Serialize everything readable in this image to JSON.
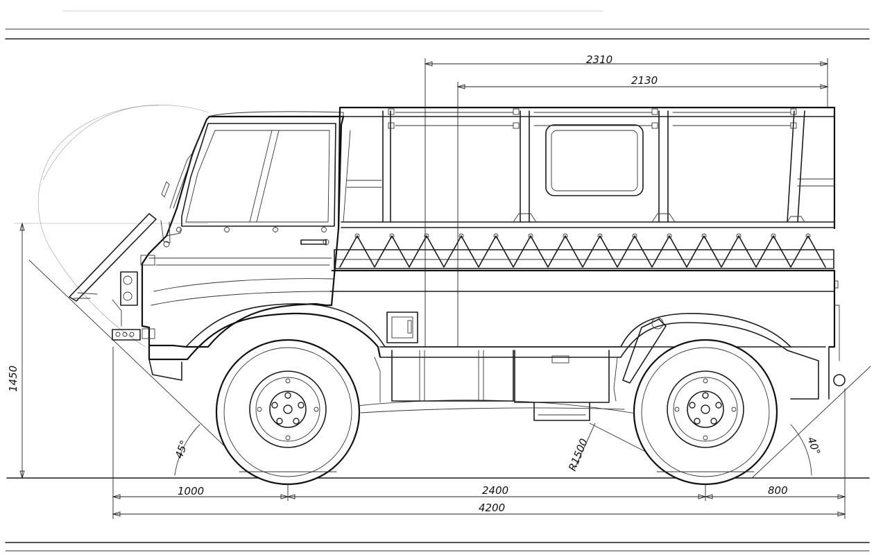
{
  "dimensions": {
    "overall_height": "1450",
    "front_overhang": "1000",
    "wheelbase": "2400",
    "rear_overhang": "800",
    "overall_length": "4200",
    "cargo_length": "2310",
    "cargo_inner_length": "2130",
    "ramp_radius": "R1500",
    "approach_angle": "45°",
    "departure_angle": "40°"
  }
}
